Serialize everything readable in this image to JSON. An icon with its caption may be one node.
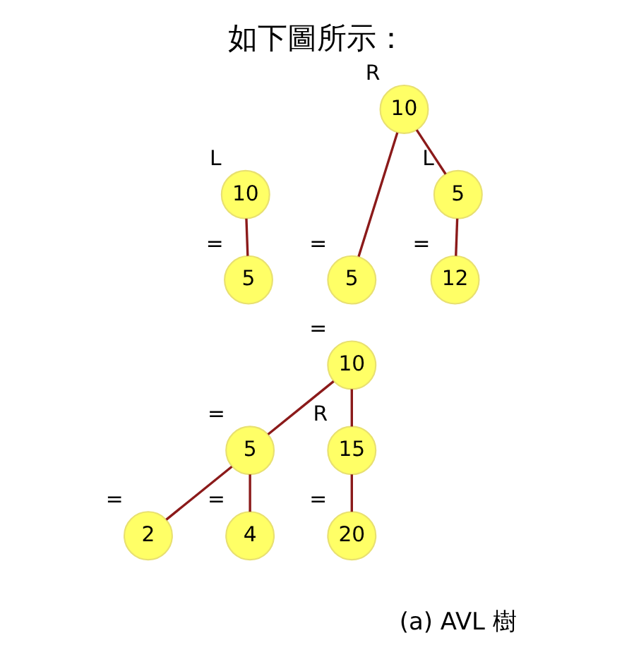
{
  "diagram": {
    "title": "如下圖所示：",
    "caption": "(a) AVL 樹",
    "nodes": [
      {
        "text": [
          "10"
        ],
        "beside": [
          "L"
        ]
      },
      {
        "text": [
          "5"
        ],
        "beside": [
          "="
        ]
      },
      {
        "text": [
          "10"
        ],
        "beside": [
          "R"
        ]
      },
      {
        "text": [
          "5"
        ],
        "beside": [
          "="
        ]
      },
      {
        "text": [
          "5"
        ],
        "beside": [
          "L"
        ]
      },
      {
        "text": [
          "12"
        ],
        "beside": [
          "="
        ]
      },
      {
        "text": [
          "10"
        ],
        "beside": [
          "="
        ]
      },
      {
        "text": [
          "5"
        ],
        "beside": [
          "="
        ]
      },
      {
        "text": [
          "15"
        ],
        "beside": [
          "R"
        ]
      },
      {
        "text": [
          "2"
        ],
        "beside": [
          "="
        ]
      },
      {
        "text": [
          "4"
        ],
        "beside": [
          "="
        ]
      },
      {
        "text": [
          "20"
        ],
        "beside": [
          "="
        ]
      }
    ],
    "edges": [
      {
        "from": 0,
        "to": 1,
        "arrow": "none",
        "color": "#8b1a1a"
      },
      {
        "from": 2,
        "to": 3,
        "arrow": "none",
        "color": "#8b1a1a"
      },
      {
        "from": 2,
        "to": 4,
        "arrow": "none",
        "color": "#8b1a1a"
      },
      {
        "from": 4,
        "to": 5,
        "arrow": "none",
        "color": "#8b1a1a"
      },
      {
        "from": 6,
        "to": 7,
        "arrow": "none",
        "color": "#8b1a1a"
      },
      {
        "from": 6,
        "to": 8,
        "arrow": "none",
        "color": "#8b1a1a"
      },
      {
        "from": 7,
        "to": 9,
        "arrow": "none",
        "color": "#8b1a1a"
      },
      {
        "from": 7,
        "to": 10,
        "arrow": "none",
        "color": "#8b1a1a"
      },
      {
        "from": 8,
        "to": 11,
        "arrow": "none",
        "color": "#8b1a1a"
      }
    ]
  }
}
